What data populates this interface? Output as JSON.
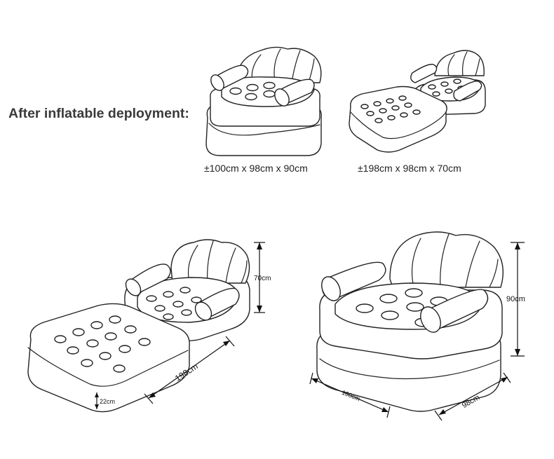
{
  "heading": "After inflatable deployment:",
  "top_captions": {
    "chair": "±100cm x 98cm x 90cm",
    "bed": "±198cm x 98cm x 70cm"
  },
  "bed_diagram": {
    "height_label": "70cm",
    "length_label": "198cm",
    "thickness_label": "22cm"
  },
  "chair_diagram": {
    "height_label": "90cm",
    "width_label": "100cm",
    "depth_label": "98cm"
  }
}
